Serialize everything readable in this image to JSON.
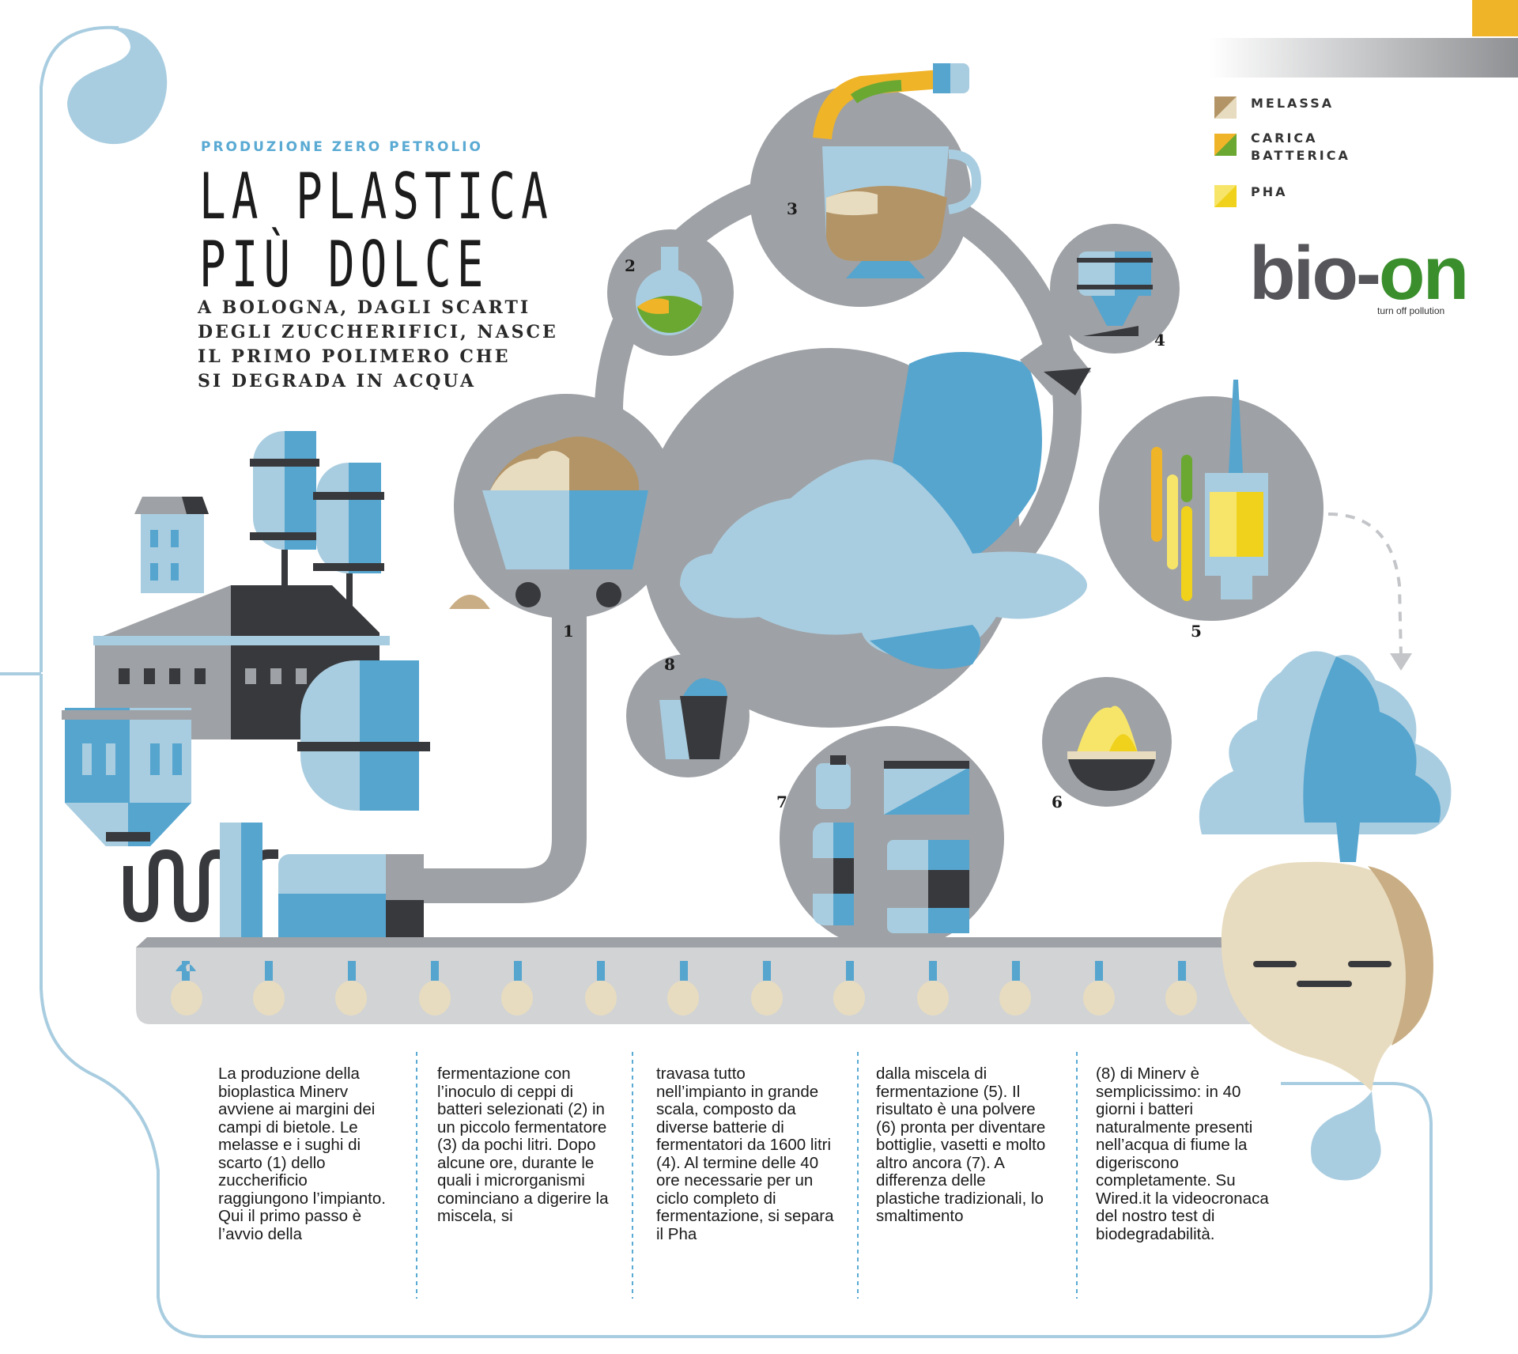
{
  "header": {
    "kicker": "PRODUZIONE ZERO PETROLIO",
    "title_line1": "LA PLASTICA",
    "title_line2": "PIÙ DOLCE",
    "subtitle_line1": "A BOLOGNA, DAGLI SCARTI",
    "subtitle_line2": "DEGLI ZUCCHERIFICI, NASCE",
    "subtitle_line3": "IL PRIMO POLIMERO CHE",
    "subtitle_line4": "SI DEGRADA IN ACQUA"
  },
  "legend": {
    "items": [
      {
        "label": "MELASSA",
        "color": "#c9ad84"
      },
      {
        "label": "CARICA BATTERICA",
        "color": "#6aa832",
        "color2": "#f0b429"
      },
      {
        "label": "PHA",
        "color": "#f7e56a"
      }
    ]
  },
  "brand": {
    "name_part1": "bio-",
    "name_part2": "on",
    "tagline": "turn off pollution"
  },
  "steps": [
    "1",
    "2",
    "3",
    "4",
    "5",
    "6",
    "7",
    "8"
  ],
  "colors": {
    "light_blue": "#a9cde0",
    "blue": "#55a5cf",
    "gray": "#9ea1a5",
    "dark": "#38393c",
    "beige": "#e8dcc0",
    "molasses": "#b39466",
    "accent_orange": "#f0b429"
  },
  "text_columns": [
    "La produzione della bioplastica Minerv avviene ai margini dei campi di bietole. Le melasse e i sughi di scarto (1) dello zuccherificio raggiungono l’impianto. Qui il primo passo è l’avvio della",
    "fermentazione con l’inoculo di ceppi di batteri selezionati (2) in un piccolo fermentatore (3) da pochi litri. Dopo alcune ore, durante le quali i microrganismi cominciano a digerire la miscela, si",
    "travasa tutto nell’impianto in grande scala, composto da diverse batterie di fermentatori da 1600 litri (4). Al termine delle 40 ore necessarie per un ciclo completo di fermentazione, si separa il Pha",
    "dalla miscela di fermentazione (5). Il risultato è una polvere (6) pronta per diventare bottiglie, vasetti e molto altro ancora (7). A differenza delle plastiche tradizionali, lo smaltimento",
    "(8) di Minerv è semplicissimo: in 40 giorni i batteri naturalmente presenti nell’acqua di fiume la digeriscono completamente. Su Wired.it la videocronaca del nostro test di biodegradabilità."
  ]
}
